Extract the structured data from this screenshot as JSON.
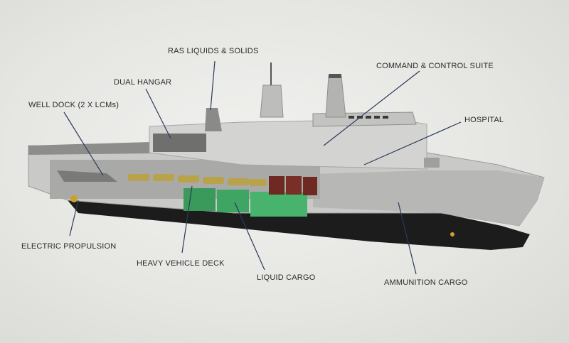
{
  "labels": {
    "ras": "RAS LIQUIDS & SOLIDS",
    "command": "COMMAND & CONTROL SUITE",
    "dual_hangar": "DUAL HANGAR",
    "well_dock": "WELL DOCK (2 X LCMs)",
    "hospital": "HOSPITAL",
    "electric": "ELECTRIC PROPULSION",
    "heavy_vehicle": "HEAVY VEHICLE DECK",
    "liquid_cargo": "LIQUID CARGO",
    "ammunition": "AMMUNITION CARGO"
  },
  "colors": {
    "hull_upper": "#c9cac8",
    "hull_dark": "#1c1c1c",
    "liquid": "#3a9a5c",
    "ammo": "#6e2a22",
    "vehicles": "#b8a24a",
    "leader": "#2b3a5a"
  }
}
